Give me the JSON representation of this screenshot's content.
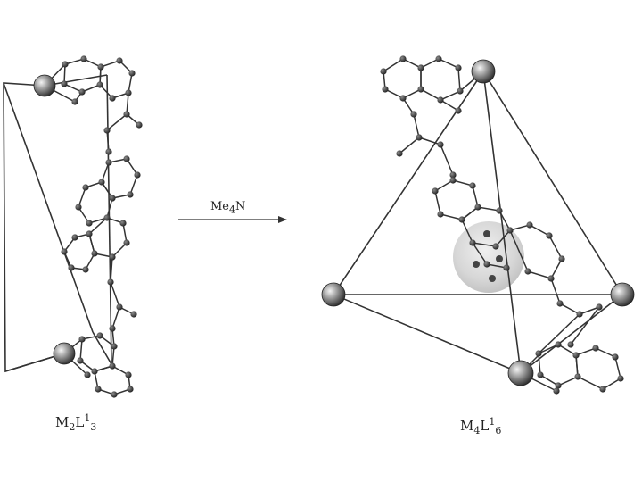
{
  "reagent": {
    "text": "Me",
    "sub": "4",
    "tail": "N"
  },
  "left_complex": {
    "p1": "M",
    "s1": "2",
    "p2": "L",
    "sup": "1",
    "s2": "3"
  },
  "right_complex": {
    "p1": "M",
    "s1": "4",
    "p2": "L",
    "sup": "1",
    "s2": "6"
  },
  "colors": {
    "ink": "#222222",
    "metal": "#7a7a7a",
    "guest": "#cfcfcf"
  }
}
